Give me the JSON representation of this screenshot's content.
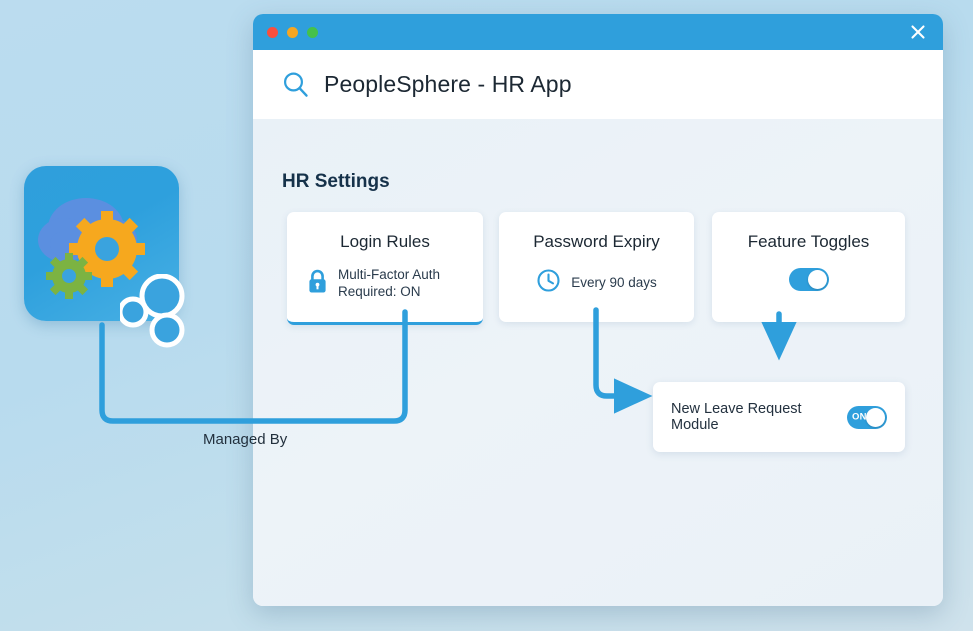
{
  "window": {
    "title": "PeopleSphere - HR App",
    "titlebar": {
      "dots": [
        "red",
        "yellow",
        "green"
      ],
      "close_icon": "close-icon"
    },
    "search_icon": "search-icon"
  },
  "section": {
    "title": "HR Settings"
  },
  "cards": [
    {
      "id": "login-rules",
      "title": "Login Rules",
      "icon": "lock-icon",
      "value_line1": "Multi-Factor Auth",
      "value_line2": "Required: ON",
      "accent": "#2f9fdc",
      "has_accent_underline": true
    },
    {
      "id": "password-expiry",
      "title": "Password Expiry",
      "icon": "clock-icon",
      "value": "Every 90 days",
      "has_accent_underline": false
    },
    {
      "id": "feature-toggles",
      "title": "Feature Toggles",
      "icon": "toggle-switch",
      "toggle_state": "on",
      "has_accent_underline": false
    }
  ],
  "leave_module": {
    "label": "New Leave Request Module",
    "toggle_state": "on",
    "toggle_text": "ON"
  },
  "connectors": {
    "managed_by_label": "Managed By",
    "line_color": "#2f9fdc"
  },
  "app_icon": {
    "name": "cloud-gears-app-icon",
    "background": "#2f9fdc",
    "cloud_color": "#5b8fe0",
    "big_gear_color": "#f5a623",
    "small_gear_color": "#7cb342"
  },
  "colors": {
    "accent": "#2f9fdc",
    "page_background": "#bbdcef",
    "window_body": "#eaf1f7",
    "card_background": "#ffffff",
    "text_primary": "#1c2833"
  }
}
